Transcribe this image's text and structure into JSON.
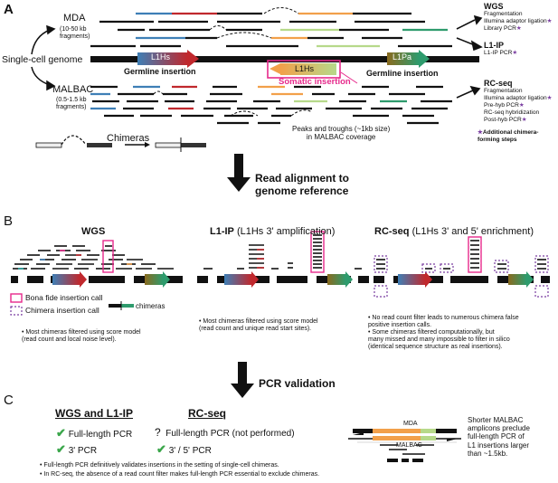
{
  "panel_a": {
    "label": "A",
    "mda_title": "MDA",
    "mda_sub": "(10-50 kb\nfragments)",
    "genome_label": "Single-cell genome",
    "malbac_title": "MALBAC",
    "malbac_sub": "(0.5-1.5 kb\nfragments)",
    "l1hs_box": "L1Hs",
    "l1hs_center": "L1Hs",
    "l1pa_box": "L1Pa",
    "germline1": "Germline insertion",
    "germline2": "Germline insertion",
    "somatic": "Somatic insertion",
    "peaks_note": "Peaks and troughs (~1kb size)\nin MALBAC coverage",
    "chimeras": "Chimeras",
    "wgs_title": "WGS",
    "wgs_steps": [
      "Fragmentation",
      "Illumina adaptor ligation",
      "Library PCR"
    ],
    "l1ip_title": "L1-IP",
    "l1ip_steps": [
      "L1-IP PCR"
    ],
    "rcseq_title": "RC-seq",
    "rcseq_steps": [
      "Fragmentation",
      "Illumina adaptor ligation",
      "Pre-hyb PCR",
      "RC-seq hybridization",
      "Post-hyb PCR"
    ],
    "star_note": "Additional chimera-\nforming steps",
    "star": "★"
  },
  "step1": "Read alignment to\ngenome reference",
  "panel_b": {
    "label": "B",
    "wgs": "WGS",
    "l1ip": "L1-IP",
    "l1ip_sub": " (L1Hs 3' amplification)",
    "rcseq": "RC-seq",
    "rcseq_sub": " (L1Hs 3' and 5' enrichment)",
    "legend_bona": "Bona fide insertion call",
    "legend_chimera": "Chimera insertion call",
    "legend_chimeras": "chimeras",
    "note_wgs": "• Most chimeras filtered using score model\n(read count and local noise level).",
    "note_l1ip": "• Most chimeras filtered using score model\n(read count and unique read start sites).",
    "note_rcseq": "• No read count filter leads to numerous chimera false\npositive insertion calls.\n• Some chimeras filtered computationally, but\nmany missed and many impossible to filter in silico\n(identical sequence structure as real insertions)."
  },
  "step2": "PCR validation",
  "panel_c": {
    "label": "C",
    "wgs_l1ip": "WGS and L1-IP",
    "rcseq": "RC-seq",
    "full_pcr": "Full-length PCR",
    "three_pcr": "3' PCR",
    "q_mark": "?",
    "full_pcr_np": "Full-length PCR (not performed)",
    "three_five_pcr": "3' / 5' PCR",
    "check": "✔",
    "mda": "MDA",
    "malbac": "MALBAC",
    "side_note": "Shorter MALBAC\namplicons preclude\nfull-length PCR of\nL1 insertions larger\nthan ~1.5kb.",
    "bullets": [
      "• Full-length PCR definitively validates insertions in the setting of single-cell chimeras.",
      "• In RC-seq, the absence of a read count filter makes full-length PCR essential to exclude chimeras."
    ]
  },
  "colors": {
    "blue": "#3e7fb6",
    "red": "#c0282d",
    "orange": "#f2a04a",
    "green": "#2e9b6d",
    "olive": "#8a6a1e",
    "lightgreen": "#b6d98a",
    "magenta": "#e6298b",
    "purple": "#7a3ea1",
    "teal": "#2aa5a0"
  }
}
